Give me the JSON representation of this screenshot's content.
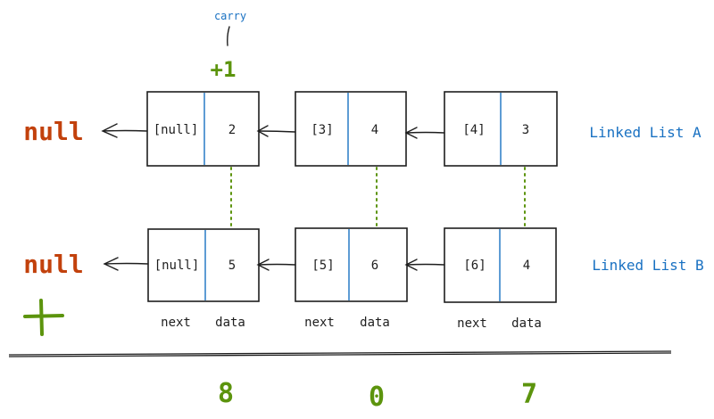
{
  "carry": {
    "label": "carry",
    "value": "+1"
  },
  "plus_sign": "+",
  "null_label": "null",
  "lists": [
    {
      "label": "Linked List A",
      "nodes": [
        {
          "next": "[null]",
          "data": "2"
        },
        {
          "next": "[3]",
          "data": "4"
        },
        {
          "next": "[4]",
          "data": "3"
        }
      ]
    },
    {
      "label": "Linked List B",
      "nodes": [
        {
          "next": "[null]",
          "data": "5"
        },
        {
          "next": "[5]",
          "data": "6"
        },
        {
          "next": "[6]",
          "data": "4"
        }
      ]
    }
  ],
  "field_labels": {
    "next": "next",
    "data": "data"
  },
  "result": [
    "8",
    "0",
    "7"
  ],
  "colors": {
    "null": "#c2410c",
    "list_label": "#1971c2",
    "divider": "#1971c2",
    "result": "#5c940d",
    "dotted_link": "#5c940d"
  }
}
